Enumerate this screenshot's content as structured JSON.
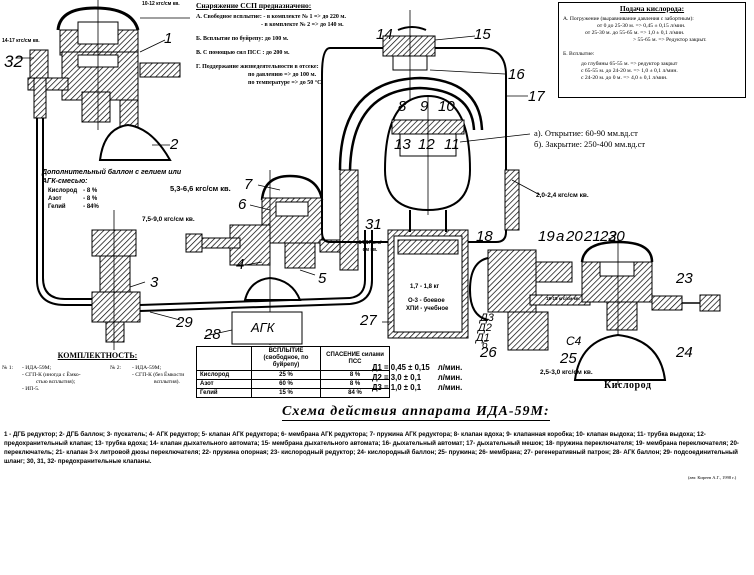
{
  "equipment_notes": {
    "title": "Снаряжение ССП предназначено:",
    "items": [
      "А. Свободное всплытие:   - в комплекте № 1 => до 220 м.",
      "                         - в комплекте № 2 => до 140 м.",
      "Б. Всплытие по буйрепу:  до 100 м.",
      "В. С помощью сил ПСС :  до 200 м.",
      "Г. Поддержание жизнедеятельности в отсеке:",
      "по давлению    => до 100 м.",
      "по температуре => до 50 °С"
    ]
  },
  "oxygen_supply": {
    "title": "Подача кислорода:",
    "section_a": "А. Погружение (выравнивание давления с забортным):",
    "section_a_rows": [
      "от 0     до 25-30 м. => 0,45 ± 0,15 л/мин.",
      "от 25-30 м. до 55-65 м. => 1,0  ± 0,1  л/мин.",
      "> 55-65 м. => Редуктор закрыт."
    ],
    "section_b": "Б. Всплытие:",
    "section_b_rows": [
      "до глубины 65-55 м.   =>  редуктор закрыт",
      "с 65-55 м. до 24-20 м. =>  1,0 ± 0,1 л/мин.",
      "с 24-20 м. до 0 м.     =>  4,0 ± 0,1 л/мин."
    ]
  },
  "extra_cylinder": {
    "title_line1": "Дополнительный баллон с  гелием или",
    "title_line2": "АГК-смесью:",
    "mix": [
      {
        "gas": "Кислород",
        "value": "- 8 %"
      },
      {
        "gas": "Азот",
        "value": "- 8 %"
      },
      {
        "gas": "Гелий",
        "value": "- 84%"
      }
    ]
  },
  "pressure_labels": {
    "p_10_12": "10-12 кгс/см кв.",
    "p_14_17_left": "14-17 кгс/см кв.",
    "p_5_3": "5,3-6,6 кгс/см кв.",
    "p_7_5": "7,5-9,0 кгс/см кв.",
    "p_14_17_mid": "14-17 кгс/см кв.",
    "p_2_0": "2,0-2,4 кгс/см кв.",
    "p_18_15": "18-15 кгс/см кв.",
    "p_2_5": "2,5-3,0 кгс/см кв."
  },
  "valve_notes": {
    "open": "а). Открытие: 60-90 мм.вд.ст",
    "close": "б). Закрытие: 250-400 мм.вд.ст"
  },
  "cartridge": {
    "mass": "1,7 - 1,8 кг",
    "line1": "О-3 - боевое",
    "line2": "ХПИ - учебное"
  },
  "agk_label": "АГК",
  "oxygen_label": "Кислород",
  "part_numbers": [
    "1",
    "2",
    "3",
    "4",
    "5",
    "6",
    "7",
    "8",
    "9",
    "10",
    "11",
    "12",
    "13",
    "14",
    "15",
    "16",
    "17",
    "18",
    "19",
    "а",
    "20",
    "21",
    "22",
    "23",
    "24",
    "25",
    "26",
    "27",
    "28",
    "29",
    "30",
    "31",
    "32",
    "Д3",
    "Д2",
    "Д1",
    "б",
    "С4"
  ],
  "completeness": {
    "title": "КОМПЛЕКТНОСТЬ:",
    "set1_label": "№ 1:",
    "set1": [
      "- ИДА-59М;",
      "- СГП-К (иногда с Ёмко-",
      "стью всплытия);",
      "- ИП-5."
    ],
    "set2_label": "№ 2:",
    "set2": [
      "- ИДА-59М;",
      "- СГП-К (без Ёмкости",
      "всплытия)."
    ]
  },
  "gas_table": {
    "headers": [
      "",
      "ВСПЛЫТИЕ (свободное, по буйрепу)",
      "СПАСЕНИЕ силами ПСС"
    ],
    "rows": [
      [
        "Кислород",
        "25 %",
        "8 %"
      ],
      [
        "Азот",
        "60 %",
        "8 %"
      ],
      [
        "Гелий",
        "15 %",
        "84 %"
      ]
    ]
  },
  "flows": [
    [
      "Д1 = 0,45 ± 0,15",
      "л/мин."
    ],
    [
      "Д2 = 3,0   ± 0,1",
      "л/мин."
    ],
    [
      "Д3 = 1,0   ± 0,1",
      "л/мин."
    ]
  ],
  "schema_title": "Схема действия аппарата ИДА-59М:",
  "legend": "1 - ДГБ редуктор;  2- ДГБ баллон;  3- пускатель;  4- АГК редуктор;  5- клапан АГК редуктора; 6- мембрана АГК редуктора;  7- пружина АГК редуктора;  8- клапан вдоха;  9- клапанная коробка;  10- клапан выдоха;  11- трубка выдоха;  12- предохранительный клапан;  13- трубка вдоха;  14- клапан дыхательного автомата;  15- мембрана дыхательного автомата;  16- дыхательный автомат;  17- дыхательный мешок;  18- пружина переключателя;  19- мембрана переключателя;  20- переключатель;  21- клапан 3-х литровой дюзы переключателя;  22- пружина опорная;  23- кислородный редуктор;  24- кислородный баллон;  25- пружина;  26- мембрана;  27- регенеративный патрон;  28- АГК баллон;  29- подсоединительный шланг;  30, 31, 32- предохранительные клапаны.",
  "citation": "(авт. Киреев А.Г., 1998 г.)"
}
